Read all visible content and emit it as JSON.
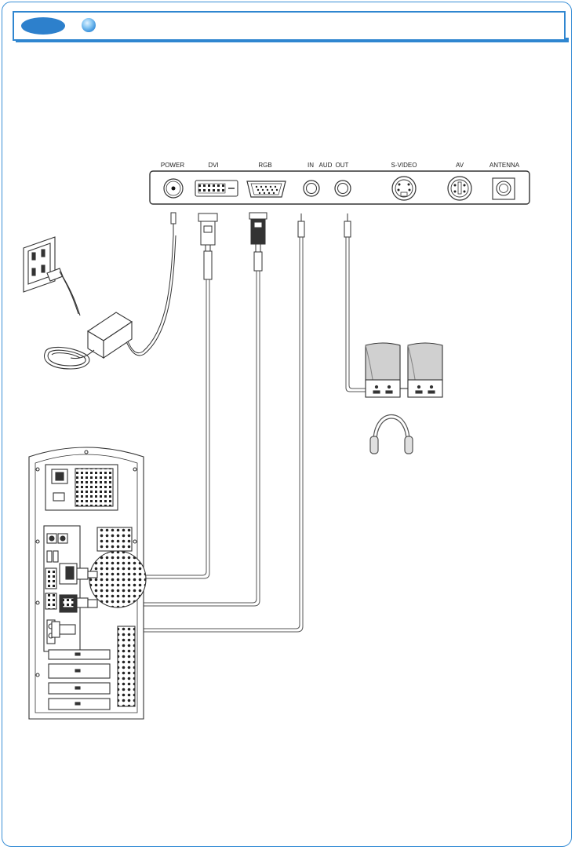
{
  "colors": {
    "frame_border": "#3a8fd6",
    "header_border": "#2f86d0",
    "header_oval": "#2d80cc",
    "line_art": "#333333",
    "speaker_fill": "#d0d0d0"
  },
  "panel": {
    "ports": [
      {
        "key": "power",
        "label": "POWER"
      },
      {
        "key": "dvi",
        "label": "DVI"
      },
      {
        "key": "rgb",
        "label": "RGB"
      },
      {
        "key": "audio_in",
        "label": "IN"
      },
      {
        "key": "audio_group",
        "label": "AUD"
      },
      {
        "key": "audio_out",
        "label": "OUT"
      },
      {
        "key": "svideo",
        "label": "S-VIDEO"
      },
      {
        "key": "av",
        "label": "AV"
      },
      {
        "key": "antenna",
        "label": "ANTENNA"
      }
    ]
  },
  "icons": [
    "wall-outlet-icon",
    "power-adapter-icon",
    "speaker-icon",
    "headphones-icon",
    "pc-tower-icon"
  ]
}
